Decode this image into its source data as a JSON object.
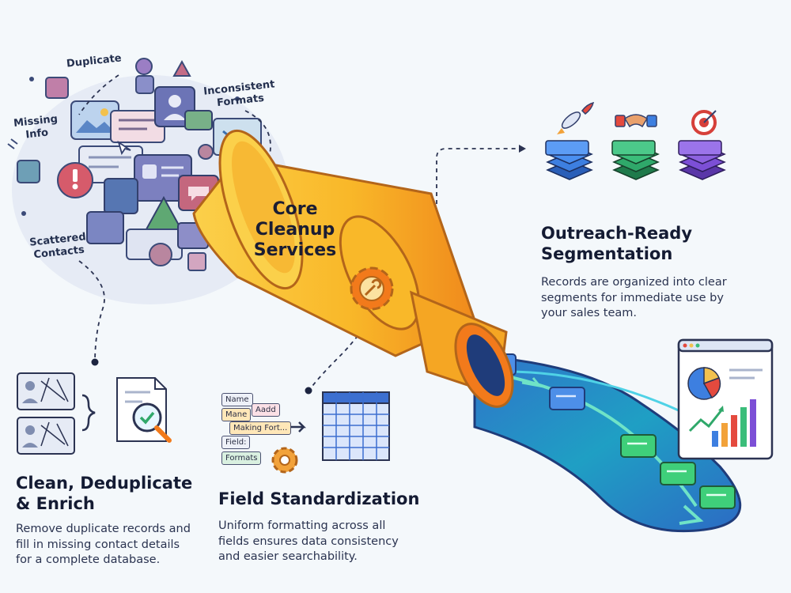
{
  "chaos": {
    "labels": {
      "duplicate": "Duplicate",
      "inconsistent_formats": "Inconsistent\nFormats",
      "missing_info": "Missing\nInfo",
      "scattered_contacts": "Scattered\nContacts"
    }
  },
  "funnel": {
    "title": "Core\nCleanup\nServices",
    "colors": {
      "body": "#f9b829",
      "shade": "#f08a1c",
      "rim": "#f27a1b"
    }
  },
  "sections": {
    "clean": {
      "title": "Clean, Deduplicate\n& Enrich",
      "description": "Remove duplicate records and\nfill in missing contact details\nfor a complete database."
    },
    "fields": {
      "title": "Field Standardization",
      "description": "Uniform formatting across all\nfields ensures data consistency\nand easier searchability.",
      "chips": [
        "Name",
        "Mane",
        "Aadd",
        "Making Fort...",
        "Field:",
        "Formats"
      ]
    },
    "segmentation": {
      "title": "Outreach-Ready\nSegmentation",
      "description": "Records are organized into clear\nsegments for immediate use by\nyour sales team.",
      "stacks": [
        {
          "icon": "rocket-icon",
          "color": "#3d7fe0"
        },
        {
          "icon": "handshake-icon",
          "color": "#2fa86a"
        },
        {
          "icon": "target-icon",
          "color": "#7c4fd6"
        }
      ]
    }
  }
}
